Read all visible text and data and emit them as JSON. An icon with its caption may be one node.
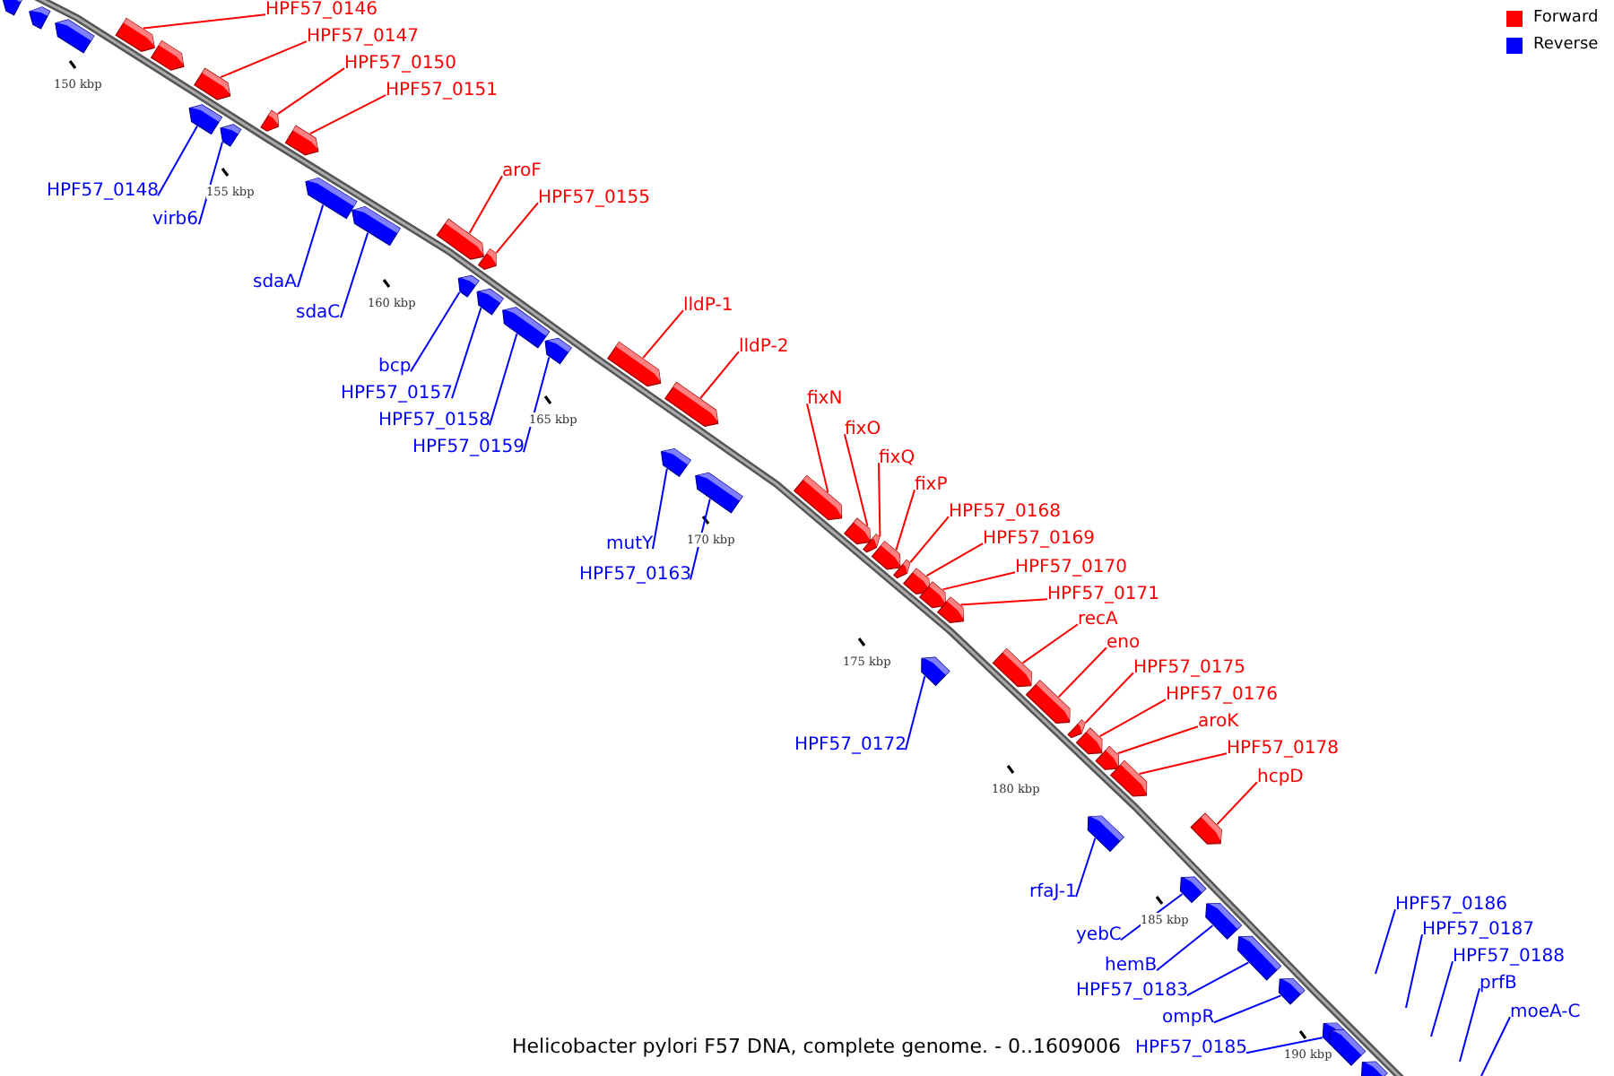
{
  "diagram": {
    "caption": "Helicobacter pylori F57 DNA, complete genome. - 0..1609006",
    "nodes": [
      {
        "text": [
          "HPF57_0146"
        ]
      },
      {
        "text": [
          "HPF57_0147"
        ]
      },
      {
        "text": [
          "HPF57_0150"
        ]
      },
      {
        "text": [
          "HPF57_0151"
        ]
      },
      {
        "text": [
          "aroF"
        ]
      },
      {
        "text": [
          "HPF57_0148"
        ]
      },
      {
        "text": [
          "HPF57_0155"
        ]
      },
      {
        "text": [
          "virb6"
        ]
      },
      {
        "text": [
          "sdaA"
        ]
      },
      {
        "text": [
          "lldP-1"
        ]
      },
      {
        "text": [
          "sdaC"
        ]
      },
      {
        "text": [
          "lldP-2"
        ]
      },
      {
        "text": [
          "bcp"
        ]
      },
      {
        "text": [
          "HPF57_0157"
        ]
      },
      {
        "text": [
          "fixN"
        ]
      },
      {
        "text": [
          "HPF57_0158"
        ]
      },
      {
        "text": [
          "fixO"
        ]
      },
      {
        "text": [
          "HPF57_0159"
        ]
      },
      {
        "text": [
          "fixQ"
        ]
      },
      {
        "text": [
          "fixP"
        ]
      },
      {
        "text": [
          "HPF57_0168"
        ]
      },
      {
        "text": [
          "HPF57_0169"
        ]
      },
      {
        "text": [
          "mutY"
        ]
      },
      {
        "text": [
          "HPF57_0170"
        ]
      },
      {
        "text": [
          "HPF57_0163"
        ]
      },
      {
        "text": [
          "HPF57_0171"
        ]
      },
      {
        "text": [
          "recA"
        ]
      },
      {
        "text": [
          "eno"
        ]
      },
      {
        "text": [
          "HPF57_0175"
        ]
      },
      {
        "text": [
          "HPF57_0176"
        ]
      },
      {
        "text": [
          "aroK"
        ]
      },
      {
        "text": [
          "HPF57_0172"
        ]
      },
      {
        "text": [
          "HPF57_0178"
        ]
      },
      {
        "text": [
          "hcpD"
        ]
      },
      {
        "text": [
          "rfaJ-1"
        ]
      },
      {
        "text": [
          "HPF57_0186"
        ]
      },
      {
        "text": [
          "HPF57_0187"
        ]
      },
      {
        "text": [
          "yebC"
        ]
      },
      {
        "text": [
          "HPF57_0188"
        ]
      },
      {
        "text": [
          "hemB"
        ]
      },
      {
        "text": [
          "prfB"
        ]
      },
      {
        "text": [
          "HPF57_0183"
        ]
      },
      {
        "text": [
          "moeA-C"
        ]
      },
      {
        "text": [
          "ompR"
        ]
      },
      {
        "text": [
          "HPF57_0185"
        ]
      },
      {
        "text": [],
        "shape": "bar"
      },
      {
        "text": [],
        "shape": "bar"
      },
      {
        "text": [],
        "shape": "bar"
      },
      {
        "text": [],
        "shape": "bar"
      },
      {
        "text": [],
        "shape": "bar"
      },
      {
        "text": [],
        "shape": "bar"
      },
      {
        "text": [],
        "shape": "bar"
      },
      {
        "text": [],
        "shape": "bar"
      },
      {
        "text": [],
        "shape": "bar"
      },
      {
        "text": [],
        "shape": "bar"
      },
      {
        "text": [],
        "shape": "bar"
      },
      {
        "text": [],
        "shape": "bar"
      },
      {
        "text": [],
        "shape": "bar"
      },
      {
        "text": [],
        "shape": "bar"
      },
      {
        "text": [],
        "shape": "bar"
      },
      {
        "text": [],
        "shape": "bar"
      },
      {
        "text": [],
        "shape": "bar"
      },
      {
        "text": [],
        "shape": "bar"
      },
      {
        "text": [],
        "shape": "bar"
      },
      {
        "text": [],
        "shape": "bar"
      },
      {
        "text": [],
        "shape": "bar"
      },
      {
        "text": [],
        "shape": "bar"
      },
      {
        "text": [],
        "shape": "bar"
      },
      {
        "text": [],
        "shape": "bar"
      },
      {
        "text": [],
        "shape": "bar"
      },
      {
        "text": [],
        "shape": "bar"
      },
      {
        "text": [],
        "shape": "bar"
      },
      {
        "text": [],
        "shape": "bar"
      },
      {
        "text": [],
        "shape": "bar"
      },
      {
        "text": [],
        "shape": "bar"
      },
      {
        "text": [],
        "shape": "bar"
      },
      {
        "text": [],
        "shape": "bar"
      },
      {
        "text": [],
        "shape": "bar"
      },
      {
        "text": [],
        "shape": "bar"
      },
      {
        "text": [],
        "shape": "bar"
      },
      {
        "text": [],
        "shape": "bar"
      },
      {
        "text": [],
        "shape": "bar"
      },
      {
        "text": [],
        "shape": "bar"
      },
      {
        "text": [],
        "shape": "bar"
      },
      {
        "text": [],
        "shape": "bar"
      },
      {
        "text": [],
        "shape": "bar"
      },
      {
        "text": [],
        "shape": "bar"
      },
      {
        "text": [],
        "shape": "bar"
      },
      {
        "text": [],
        "shape": "bar"
      },
      {
        "text": [],
        "shape": "bar"
      },
      {
        "text": [],
        "shape": "bar"
      }
    ],
    "edges": [
      {
        "from": 0,
        "to": 45,
        "arrow": "none"
      },
      {
        "from": 1,
        "to": 46,
        "arrow": "none"
      },
      {
        "from": 2,
        "to": 47,
        "arrow": "none"
      },
      {
        "from": 3,
        "to": 48,
        "arrow": "none"
      },
      {
        "from": 4,
        "to": 49,
        "arrow": "none"
      },
      {
        "from": 5,
        "to": 50,
        "arrow": "none",
        "color": "#0000ff"
      },
      {
        "from": 6,
        "to": 51,
        "arrow": "none"
      },
      {
        "from": 7,
        "to": 52,
        "arrow": "none",
        "color": "#0000ff"
      },
      {
        "from": 8,
        "to": 53,
        "arrow": "none",
        "color": "#0000ff"
      },
      {
        "from": 9,
        "to": 54,
        "arrow": "none"
      },
      {
        "from": 10,
        "to": 55,
        "arrow": "none",
        "color": "#0000ff"
      },
      {
        "from": 11,
        "to": 56,
        "arrow": "none"
      },
      {
        "from": 12,
        "to": 57,
        "arrow": "none",
        "color": "#0000ff"
      },
      {
        "from": 13,
        "to": 58,
        "arrow": "none",
        "color": "#0000ff"
      },
      {
        "from": 14,
        "to": 59,
        "arrow": "none"
      },
      {
        "from": 15,
        "to": 60,
        "arrow": "none",
        "color": "#0000ff"
      },
      {
        "from": 16,
        "to": 61,
        "arrow": "none"
      },
      {
        "from": 17,
        "to": 62,
        "arrow": "none",
        "color": "#0000ff"
      },
      {
        "from": 18,
        "to": 63,
        "arrow": "none"
      },
      {
        "from": 19,
        "to": 64,
        "arrow": "none"
      },
      {
        "from": 20,
        "to": 65,
        "arrow": "none"
      },
      {
        "from": 21,
        "to": 66,
        "arrow": "none"
      },
      {
        "from": 22,
        "to": 67,
        "arrow": "none",
        "color": "#0000ff"
      },
      {
        "from": 23,
        "to": 68,
        "arrow": "none"
      },
      {
        "from": 24,
        "to": 69,
        "arrow": "none",
        "color": "#0000ff"
      },
      {
        "from": 25,
        "to": 70,
        "arrow": "none"
      },
      {
        "from": 26,
        "to": 71,
        "arrow": "none"
      },
      {
        "from": 27,
        "to": 72,
        "arrow": "none"
      },
      {
        "from": 28,
        "to": 73,
        "arrow": "none"
      },
      {
        "from": 29,
        "to": 74,
        "arrow": "none"
      },
      {
        "from": 30,
        "to": 75,
        "arrow": "none"
      },
      {
        "from": 31,
        "to": 76,
        "arrow": "none",
        "color": "#0000ff"
      },
      {
        "from": 32,
        "to": 77,
        "arrow": "none"
      },
      {
        "from": 33,
        "to": 78,
        "arrow": "none"
      },
      {
        "from": 34,
        "to": 79,
        "arrow": "none",
        "color": "#0000ff"
      },
      {
        "from": 35,
        "to": null,
        "arrow": "none",
        "color": "#0000ff"
      },
      {
        "from": 36,
        "to": null,
        "arrow": "none",
        "color": "#0000ff"
      },
      {
        "from": 37,
        "to": 80,
        "arrow": "none",
        "color": "#0000ff"
      },
      {
        "from": 38,
        "to": null,
        "arrow": "none",
        "color": "#0000ff"
      },
      {
        "from": 39,
        "to": 81,
        "arrow": "none",
        "color": "#0000ff"
      },
      {
        "from": 40,
        "to": null,
        "arrow": "none",
        "color": "#0000ff"
      },
      {
        "from": 41,
        "to": 82,
        "arrow": "none",
        "color": "#0000ff"
      },
      {
        "from": 42,
        "to": null,
        "arrow": "none",
        "color": "#0000ff"
      },
      {
        "from": 43,
        "to": 83,
        "arrow": "none",
        "color": "#0000ff"
      },
      {
        "from": 44,
        "to": 84,
        "arrow": "none",
        "color": "#0000ff"
      }
    ],
    "labels": [
      "150 kbp",
      "155 kbp",
      "160 kbp",
      "165 kbp",
      "170 kbp",
      "175 kbp",
      "180 kbp",
      "185 kbp",
      "190 kbp"
    ],
    "legend": [
      {
        "text": "Forward",
        "color": "#ff0000"
      },
      {
        "text": "Reverse",
        "color": "#0000ff"
      }
    ]
  }
}
